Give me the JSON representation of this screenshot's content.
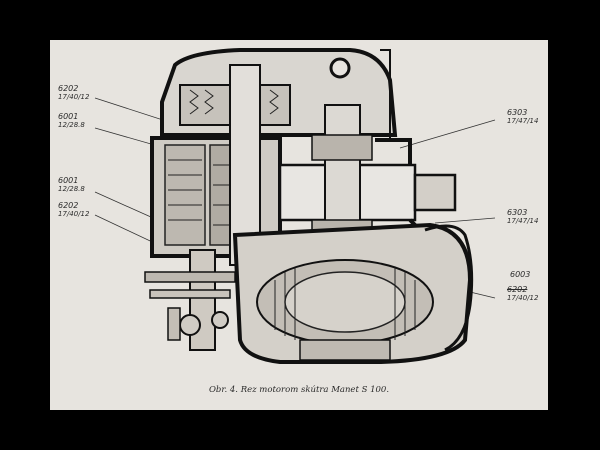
{
  "figure": {
    "caption": "Obr. 4. Rez motorom skútra Manet S 100.",
    "bearing_labels": [
      {
        "part": "6202",
        "dim": "17/40/12"
      },
      {
        "part": "6001",
        "dim": "12/28.8"
      },
      {
        "part": "6001",
        "dim": "12/28.8"
      },
      {
        "part": "6202",
        "dim": "17/40/12"
      },
      {
        "part": "6303",
        "dim": "17/47/14"
      },
      {
        "part": "6303",
        "dim": "17/47/14"
      },
      {
        "part": "6003",
        "dim": ""
      },
      {
        "part": "6202",
        "dim": "17/40/12"
      }
    ]
  },
  "colors": {
    "frame": "#000000",
    "paper": "#e7e4df",
    "ink": "#2b2b2b"
  }
}
